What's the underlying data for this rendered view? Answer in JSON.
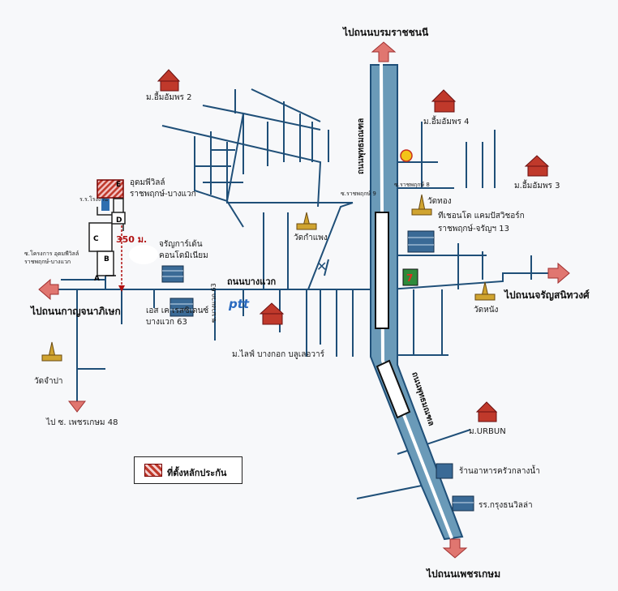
{
  "directions": {
    "north": "ไปถนนบรมราชชนนี",
    "west": "ไปถนนกาญจนาภิเษก",
    "east": "ไปถนนจรัญสนิทวงศ์",
    "south": "ไปถนนเพชรเกษม",
    "southwest": "ไป ซ. เพชรเกษม 48"
  },
  "roads": {
    "main_north": "ถนนพุทธมณฑล",
    "main_south": "ถนนพุทธมณฑล",
    "bang_waek": "ถนนบางแวก",
    "soi_63": "ซ.บางแวก 63",
    "soi_ratchaphruek_left": "ซ.ราชพฤกษ์ 9",
    "soi_ratchaphruek_right": "ซ.ราชพฤกษ์ 8"
  },
  "places": {
    "m_ueamamphon2": "ม.อื้มอัมพร 2",
    "m_ueamamphon4": "ม.อื้มอัมพร 4",
    "m_ueamamphon3": "ม.อื้มอัมพร 3",
    "udomviwat": "อุดมพีวิลล์",
    "udomviwat2": "ราชพฤกษ์-บางแวก",
    "school_short": "ร.ร.โรงงาน",
    "wat_thong": "วัดทอง",
    "townhouse1": "ทีเชอนโด แคมปัสวิชอร์ก",
    "townhouse2": "ราชพฤกษ์-จรัญฯ 13",
    "wat_kamphaeng": "วัดกำแพง",
    "charoen1": "จรัญการ์เด้น",
    "charoen2": "คอนโดมิเนียม",
    "distance": "350 ม.",
    "soi_udom1": "ซ.โครงการ อุดมพีวิลล์",
    "soi_udom2": "ราชพฤกษ์-บางแวก",
    "sk1": "เอส เค เรสซิเดนซ์",
    "sk2": "บางแวก 63",
    "ptt": "ptt",
    "m_laddarom": "ม.ไลฟ์ บางกอก บลูเลอวาร์",
    "wat_nang": "วัดหนัง",
    "wat_champa": "วัดจำปา",
    "m_urbun": "ม.URBUN",
    "restaurant": "ร้านอาหารครัวกลางน้ำ",
    "school": "รร.กรุงธนวิลล่า"
  },
  "legend": {
    "label": "ที่ตั้งหลักประกัน"
  },
  "colors": {
    "road_fill": "#6a9ab8",
    "road_line": "#1f4f78",
    "arrow": "#d9706a",
    "house": "#c0392b",
    "temple": "#c8a030",
    "building": "#34618c"
  }
}
